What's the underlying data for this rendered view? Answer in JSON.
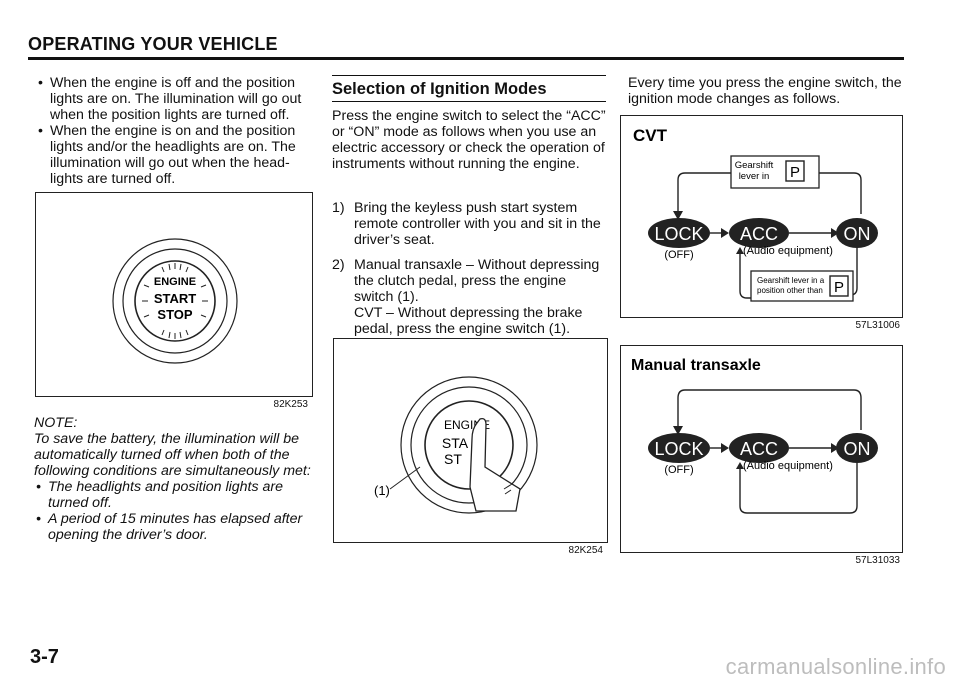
{
  "header": {
    "title": "OPERATING YOUR VEHICLE"
  },
  "left": {
    "bullets": [
      "When the engine is off and the position lights are on. The illumination will go out when the position lights are turned off.",
      "When the engine is on and the position lights and/or the headlights are on. The illumination will go out when the head-lights are turned off."
    ],
    "figure": {
      "button_lines": [
        "ENGINE",
        "START",
        "STOP"
      ],
      "code": "82K253"
    },
    "note": {
      "title": "NOTE:",
      "intro": "To save the battery, the illumination will be automatically turned off when both of the following conditions are simultaneously met:",
      "bullets": [
        "The headlights and position lights are turned off.",
        "A period of 15 minutes has elapsed after opening the driver’s door."
      ]
    }
  },
  "middle": {
    "section_title": "Selection of Ignition Modes",
    "intro": "Press the engine switch to select the “ACC” or “ON” mode as follows when you use an electric accessory or check the operation of instruments without running the engine.",
    "steps": [
      {
        "num": "1)",
        "text": "Bring the keyless push start system remote controller with you and sit in the driver’s seat."
      },
      {
        "num": "2)",
        "text": "Manual transaxle – Without depressing the clutch pedal, press the engine switch (1).",
        "text2": "CVT – Without depressing the brake pedal, press the engine switch (1)."
      }
    ],
    "figure": {
      "button_lines": [
        "ENGINE",
        "STA",
        "ST"
      ],
      "callout": "(1)",
      "code": "82K254"
    }
  },
  "right": {
    "intro": "Every time you press the engine switch, the ignition mode changes as follows.",
    "cvt": {
      "title": "CVT",
      "top_label": [
        "Gearshift",
        "lever in"
      ],
      "gear": "P",
      "modes": [
        "LOCK",
        "ACC",
        "ON"
      ],
      "off_label": "(OFF)",
      "audio_label": "(Audio equipment)",
      "bottom_label": [
        "Gearshift lever in a",
        "position other than"
      ],
      "code": "57L31006"
    },
    "manual": {
      "title": "Manual transaxle",
      "modes": [
        "LOCK",
        "ACC",
        "ON"
      ],
      "off_label": "(OFF)",
      "audio_label": "(Audio equipment)",
      "code": "57L31033"
    }
  },
  "footer": {
    "page_number": "3-7",
    "watermark": "carmanualsonline.info"
  },
  "colors": {
    "pill_fill": "#222222",
    "pill_text": "#ffffff",
    "rule": "#111111"
  }
}
